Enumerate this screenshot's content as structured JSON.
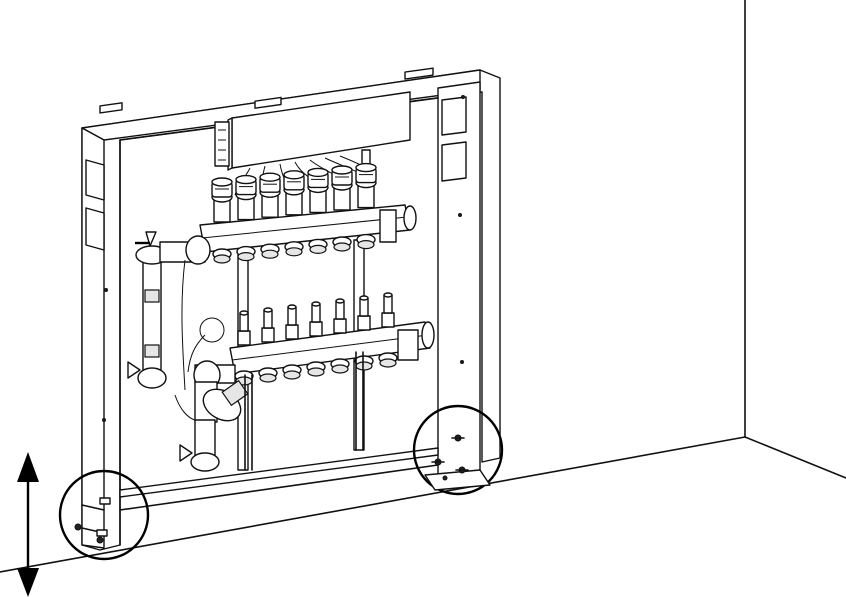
{
  "figure": {
    "description_icon": "manifold-cabinet-installation",
    "colors": {
      "line": "#111111",
      "background": "#ffffff"
    },
    "callouts": [
      {
        "name": "left-foot-callout",
        "icon": "height-adjust-screws"
      },
      {
        "name": "right-foot-callout",
        "icon": "height-adjust-screws"
      }
    ],
    "arrow": {
      "icon": "vertical-double-arrow"
    },
    "supply_valves": 7,
    "return_valves": 7
  }
}
